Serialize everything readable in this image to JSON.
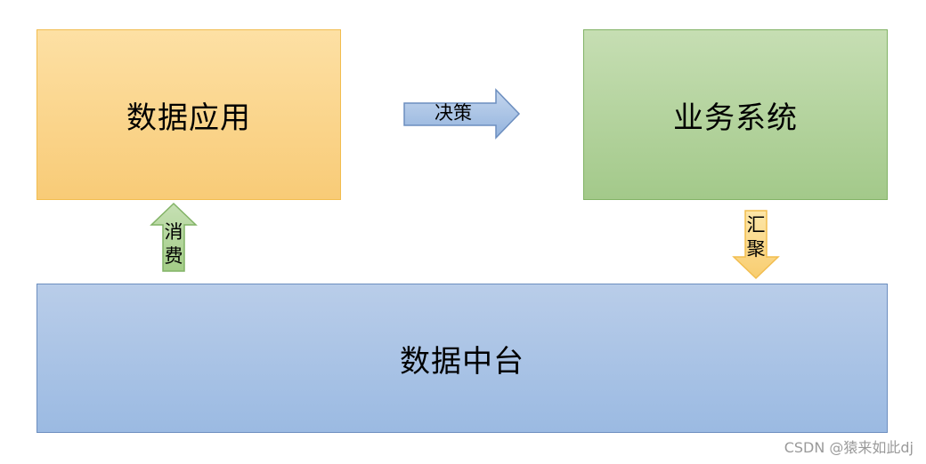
{
  "boxes": {
    "data_app": "数据应用",
    "business": "业务系统",
    "platform": "数据中台"
  },
  "arrows": {
    "decision": "决策",
    "consume_line1": "消",
    "consume_line2": "费",
    "aggregate_line1": "汇",
    "aggregate_line2": "聚"
  },
  "colors": {
    "data_app_fill": "#f8cb77",
    "business_fill": "#a3c98a",
    "platform_fill": "#9bbae2",
    "decision_arrow": "#a4bfe4",
    "consume_arrow": "#a9d18e",
    "aggregate_arrow": "#fdd77a"
  },
  "watermark": "CSDN @猿来如此dj"
}
